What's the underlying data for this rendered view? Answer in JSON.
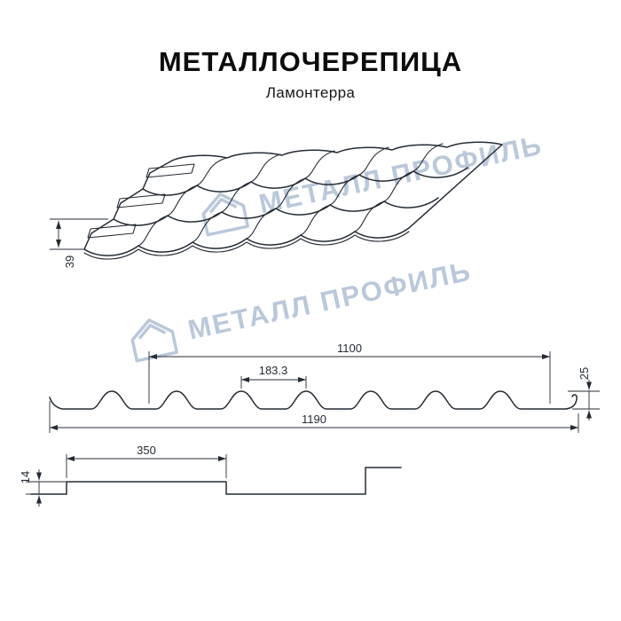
{
  "title": "МЕТАЛЛОЧЕРЕПИЦА",
  "subtitle": "Ламонтерра",
  "watermark": {
    "text": "МЕТАЛЛ ПРОФИЛЬ"
  },
  "colors": {
    "watermark": "#b5c4d7",
    "line": "#242b34"
  },
  "perspective_view": {
    "step_height": "39"
  },
  "cross_section": {
    "cover_width": "1100",
    "wave_pitch": "183.3",
    "profile_height": "25",
    "full_width": "1190"
  },
  "longitudinal_section": {
    "module_length": "350",
    "step_height": "14"
  }
}
